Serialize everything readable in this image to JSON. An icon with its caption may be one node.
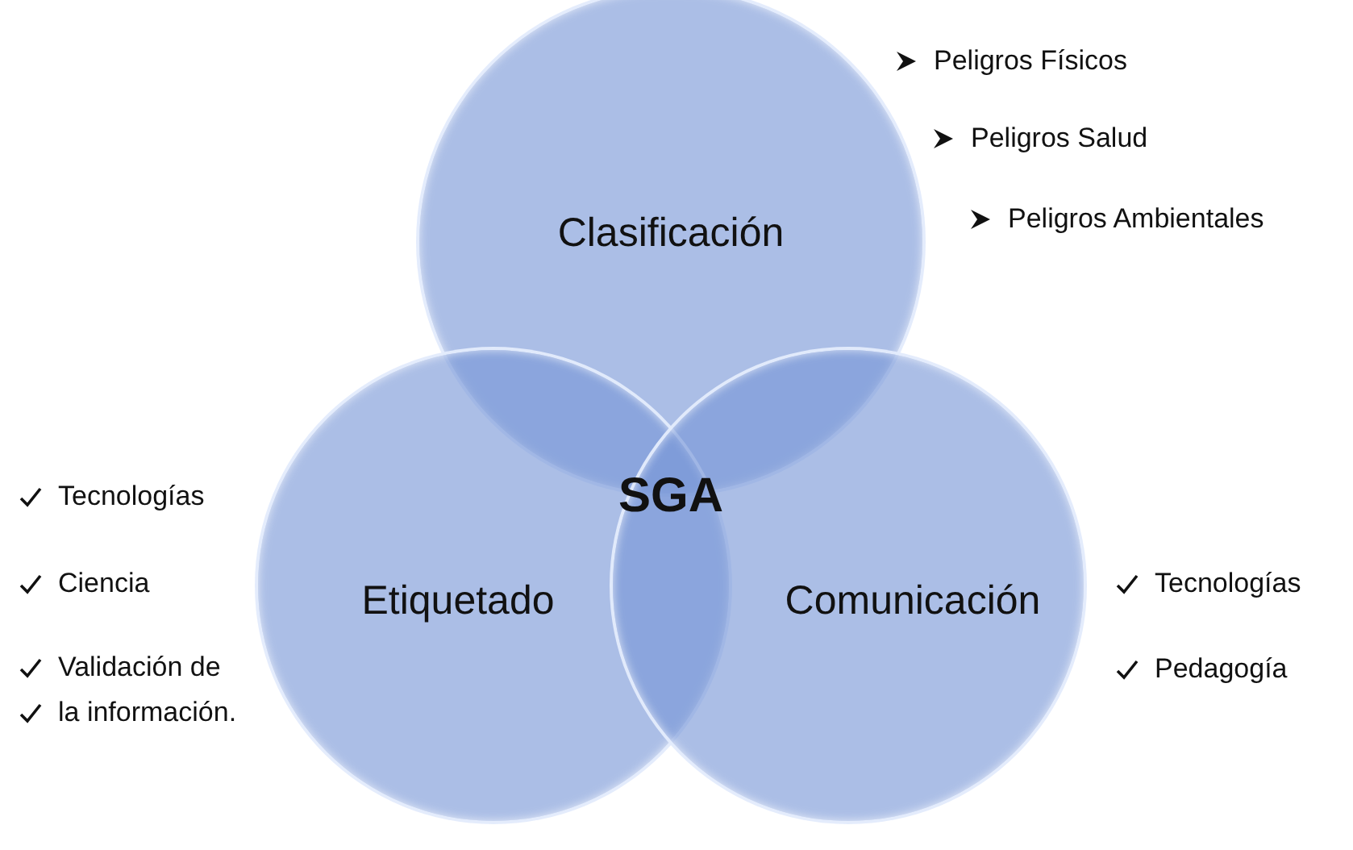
{
  "diagram": {
    "nodes": [
      {
        "text": [
          "Clasificación"
        ],
        "beside": [
          "Peligros Físicos",
          "Peligros Salud",
          "Peligros Ambientales"
        ]
      },
      {
        "text": [
          "Etiquetado"
        ],
        "beside": [
          "Tecnologías",
          "Ciencia",
          "Validación de",
          "la información."
        ]
      },
      {
        "text": [
          "Comunicación"
        ],
        "beside": [
          "Tecnologías",
          "Pedagogía"
        ]
      }
    ],
    "labels": [
      "SGA"
    ]
  }
}
